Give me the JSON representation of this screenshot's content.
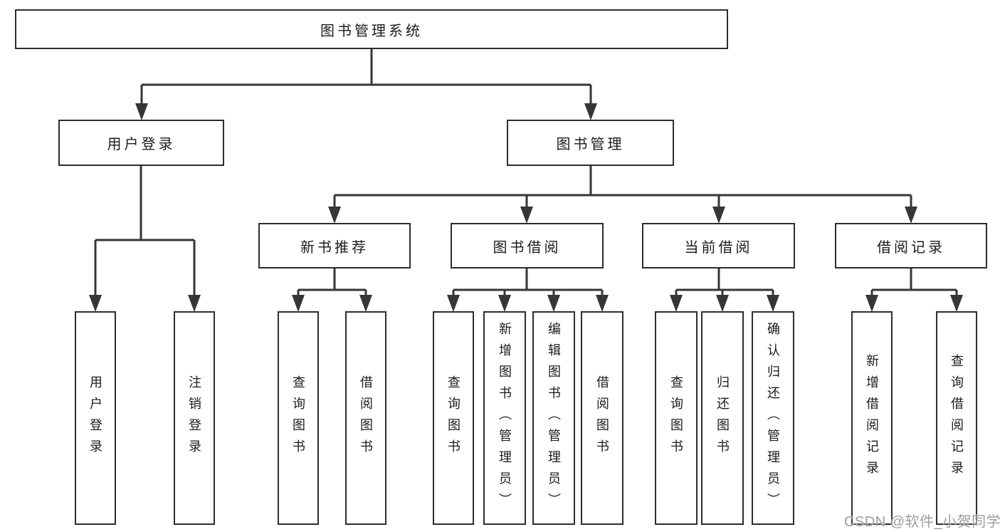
{
  "colors": {
    "line": "#363636",
    "box_border": "#2d2d2d",
    "text": "#1c1c1c",
    "watermark": "#9d9d9d",
    "background": "#ffffff"
  },
  "watermark": {
    "text": "CSDN @软件_小贺同学"
  },
  "tree": {
    "root": {
      "label": "图书管理系统",
      "children": [
        {
          "label": "用户登录",
          "children": [
            {
              "label": "用户登录"
            },
            {
              "label": "注销登录"
            }
          ]
        },
        {
          "label": "图书管理",
          "children": [
            {
              "label": "新书推荐",
              "children": [
                {
                  "label": "查询图书"
                },
                {
                  "label": "借阅图书"
                }
              ]
            },
            {
              "label": "图书借阅",
              "children": [
                {
                  "label": "查询图书"
                },
                {
                  "label": "新增图书（管理员）"
                },
                {
                  "label": "编辑图书（管理员）"
                },
                {
                  "label": "借阅图书"
                }
              ]
            },
            {
              "label": "当前借阅",
              "children": [
                {
                  "label": "查询图书"
                },
                {
                  "label": "归还图书"
                },
                {
                  "label": "确认归还（管理员）"
                }
              ]
            },
            {
              "label": "借阅记录",
              "children": [
                {
                  "label": "新增借阅记录"
                },
                {
                  "label": "查询借阅记录"
                }
              ]
            }
          ]
        }
      ]
    }
  }
}
